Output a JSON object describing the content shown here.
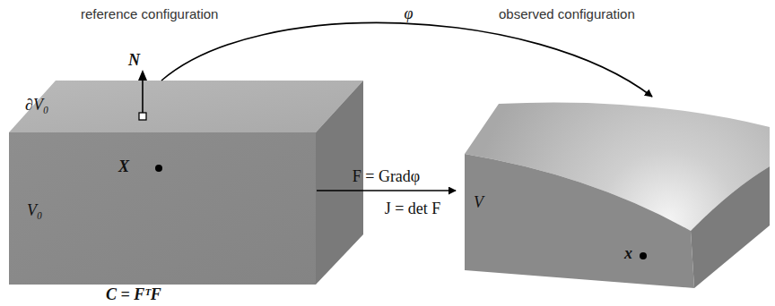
{
  "diagram": {
    "nodes": [
      {
        "text": [
          "∂V₀",
          "X",
          "V₀"
        ]
      },
      {
        "text": [
          "V",
          "x"
        ]
      }
    ],
    "edges": [
      {
        "from": 0,
        "to": 1,
        "arrow": "to",
        "label": "φ"
      },
      {
        "from": 0,
        "to": 1,
        "arrow": "to",
        "label": "F = Gradφ"
      }
    ],
    "labels": [
      "reference configuration",
      "observed configuration",
      "N",
      "J = det F",
      "C = FᵀF"
    ]
  }
}
